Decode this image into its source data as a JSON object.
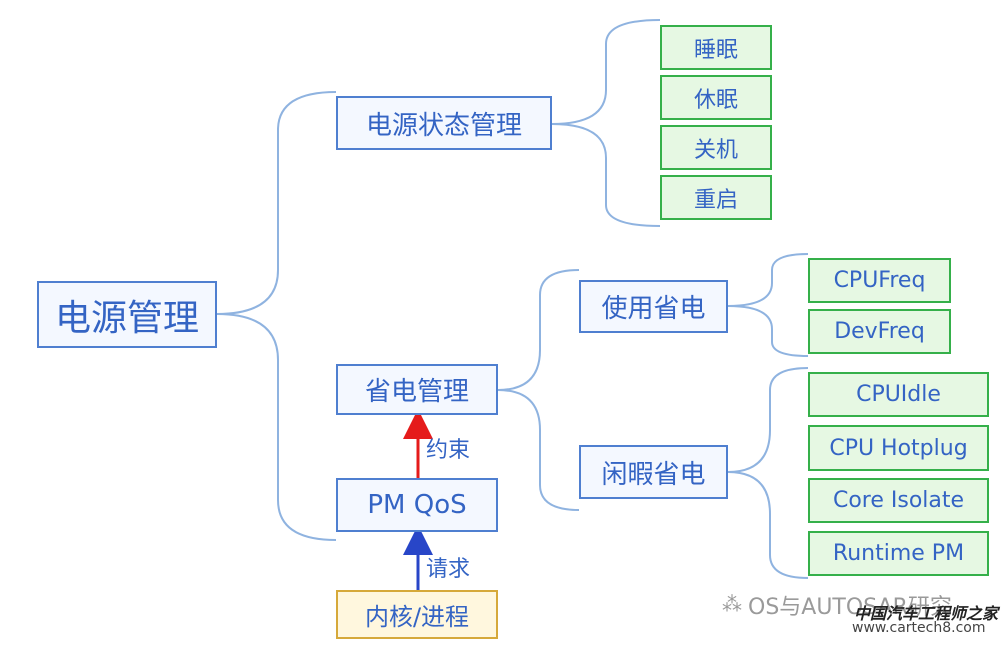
{
  "diagram": {
    "root": "电源管理",
    "branches": {
      "state_mgmt": {
        "label": "电源状态管理",
        "leaves": [
          "睡眠",
          "休眠",
          "关机",
          "重启"
        ]
      },
      "saving_mgmt": {
        "label": "省电管理",
        "active": {
          "label": "使用省电",
          "leaves": [
            "CPUFreq",
            "DevFreq"
          ]
        },
        "idle": {
          "label": "闲暇省电",
          "leaves": [
            "CPUIdle",
            "CPU Hotplug",
            "Core Isolate",
            "Runtime PM"
          ]
        }
      },
      "pm_qos": "PM QoS"
    },
    "process": "内核/进程",
    "arrows": {
      "constraint": {
        "label": "约束",
        "color": "#e51b1b"
      },
      "request": {
        "label": "请求",
        "color": "#2846c8"
      }
    }
  },
  "watermark": {
    "main": "OS与AUTOSAR研究",
    "brand": "中国汽车工程师之家",
    "url": "www.cartech8.com"
  },
  "colors": {
    "node_border": "#4f7fd0",
    "node_text": "#3464c4",
    "leaf_border": "#35b04a",
    "leaf_fill": "#e6f8e3",
    "process_border": "#d6a93a",
    "connector": "#8fb3e0"
  }
}
